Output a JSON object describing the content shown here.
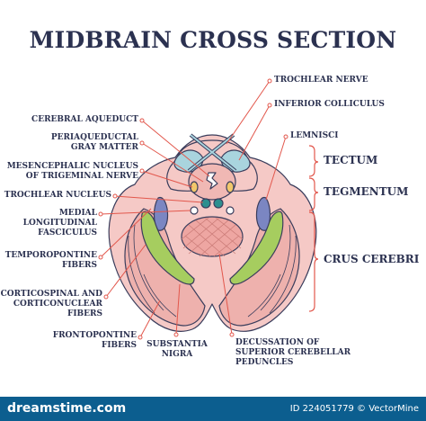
{
  "title": "MIDBRAIN CROSS SECTION",
  "labels": {
    "trochlear_nerve": "TROCHLEAR NERVE",
    "inferior_colliculus": "INFERIOR COLLICULUS",
    "lemnisci": "LEMNISCI",
    "cerebral_aqueduct": "CEREBRAL AQUEDUCT",
    "periaqueductal_1": "PERIAQUEDUCTAL",
    "periaqueductal_2": "GRAY MATTER",
    "mesencephalic_1": "MESENCEPHALIC NUCLEUS",
    "mesencephalic_2": "OF TRIGEMINAL NERVE",
    "trochlear_nucleus": "TROCHLEAR NUCLEUS",
    "mlf_1": "MEDIAL",
    "mlf_2": "LONGITUDINAL",
    "mlf_3": "FASCICULUS",
    "temporopontine_1": "TEMPOROPONTINE",
    "temporopontine_2": "FIBERS",
    "corticospinal_1": "CORTICOSPINAL AND",
    "corticospinal_2": "CORTICONUCLEAR",
    "corticospinal_3": "FIBERS",
    "frontopontine_1": "FRONTOPONTINE",
    "frontopontine_2": "FIBERS",
    "substantia_1": "SUBSTANTIA",
    "substantia_2": "NIGRA",
    "decussation_1": "DECUSSATION OF",
    "decussation_2": "SUPERIOR CEREBELLAR",
    "decussation_3": "PEDUNCLES"
  },
  "regions": {
    "tectum": "TECTUM",
    "tegmentum": "TEGMENTUM",
    "crus_cerebri": "CRUS CEREBRI"
  },
  "footer": {
    "left": "dreamstime.com",
    "right": "ID 224051779 © VectorMine"
  },
  "colors": {
    "title": "#2b3150",
    "leader": "#e2574c",
    "outline": "#3a3d5c",
    "tissue": "#f5c9c6",
    "tissue_dark": "#eeb1ad",
    "tectum_blue": "#a9d4de",
    "lemniscus_purple": "#7b86c2",
    "crus_green": "#a6cd5f",
    "nucleus_teal": "#2d8f8f",
    "mesencephalic_yellow": "#f2c86b",
    "footer_bg": "#0c5e8f"
  }
}
